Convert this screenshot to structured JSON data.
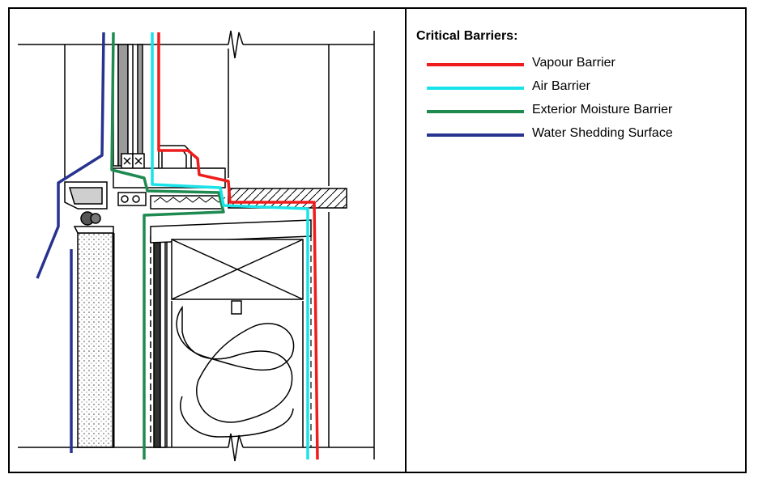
{
  "legend": {
    "title": "Critical Barriers:",
    "items": [
      {
        "label": "Vapour Barrier",
        "color": "#ee1c1c"
      },
      {
        "label": "Air Barrier",
        "color": "#19e3e8"
      },
      {
        "label": "Exterior Moisture Barrier",
        "color": "#1e8a50"
      },
      {
        "label": "Water Shedding Surface",
        "color": "#27338e"
      }
    ]
  }
}
